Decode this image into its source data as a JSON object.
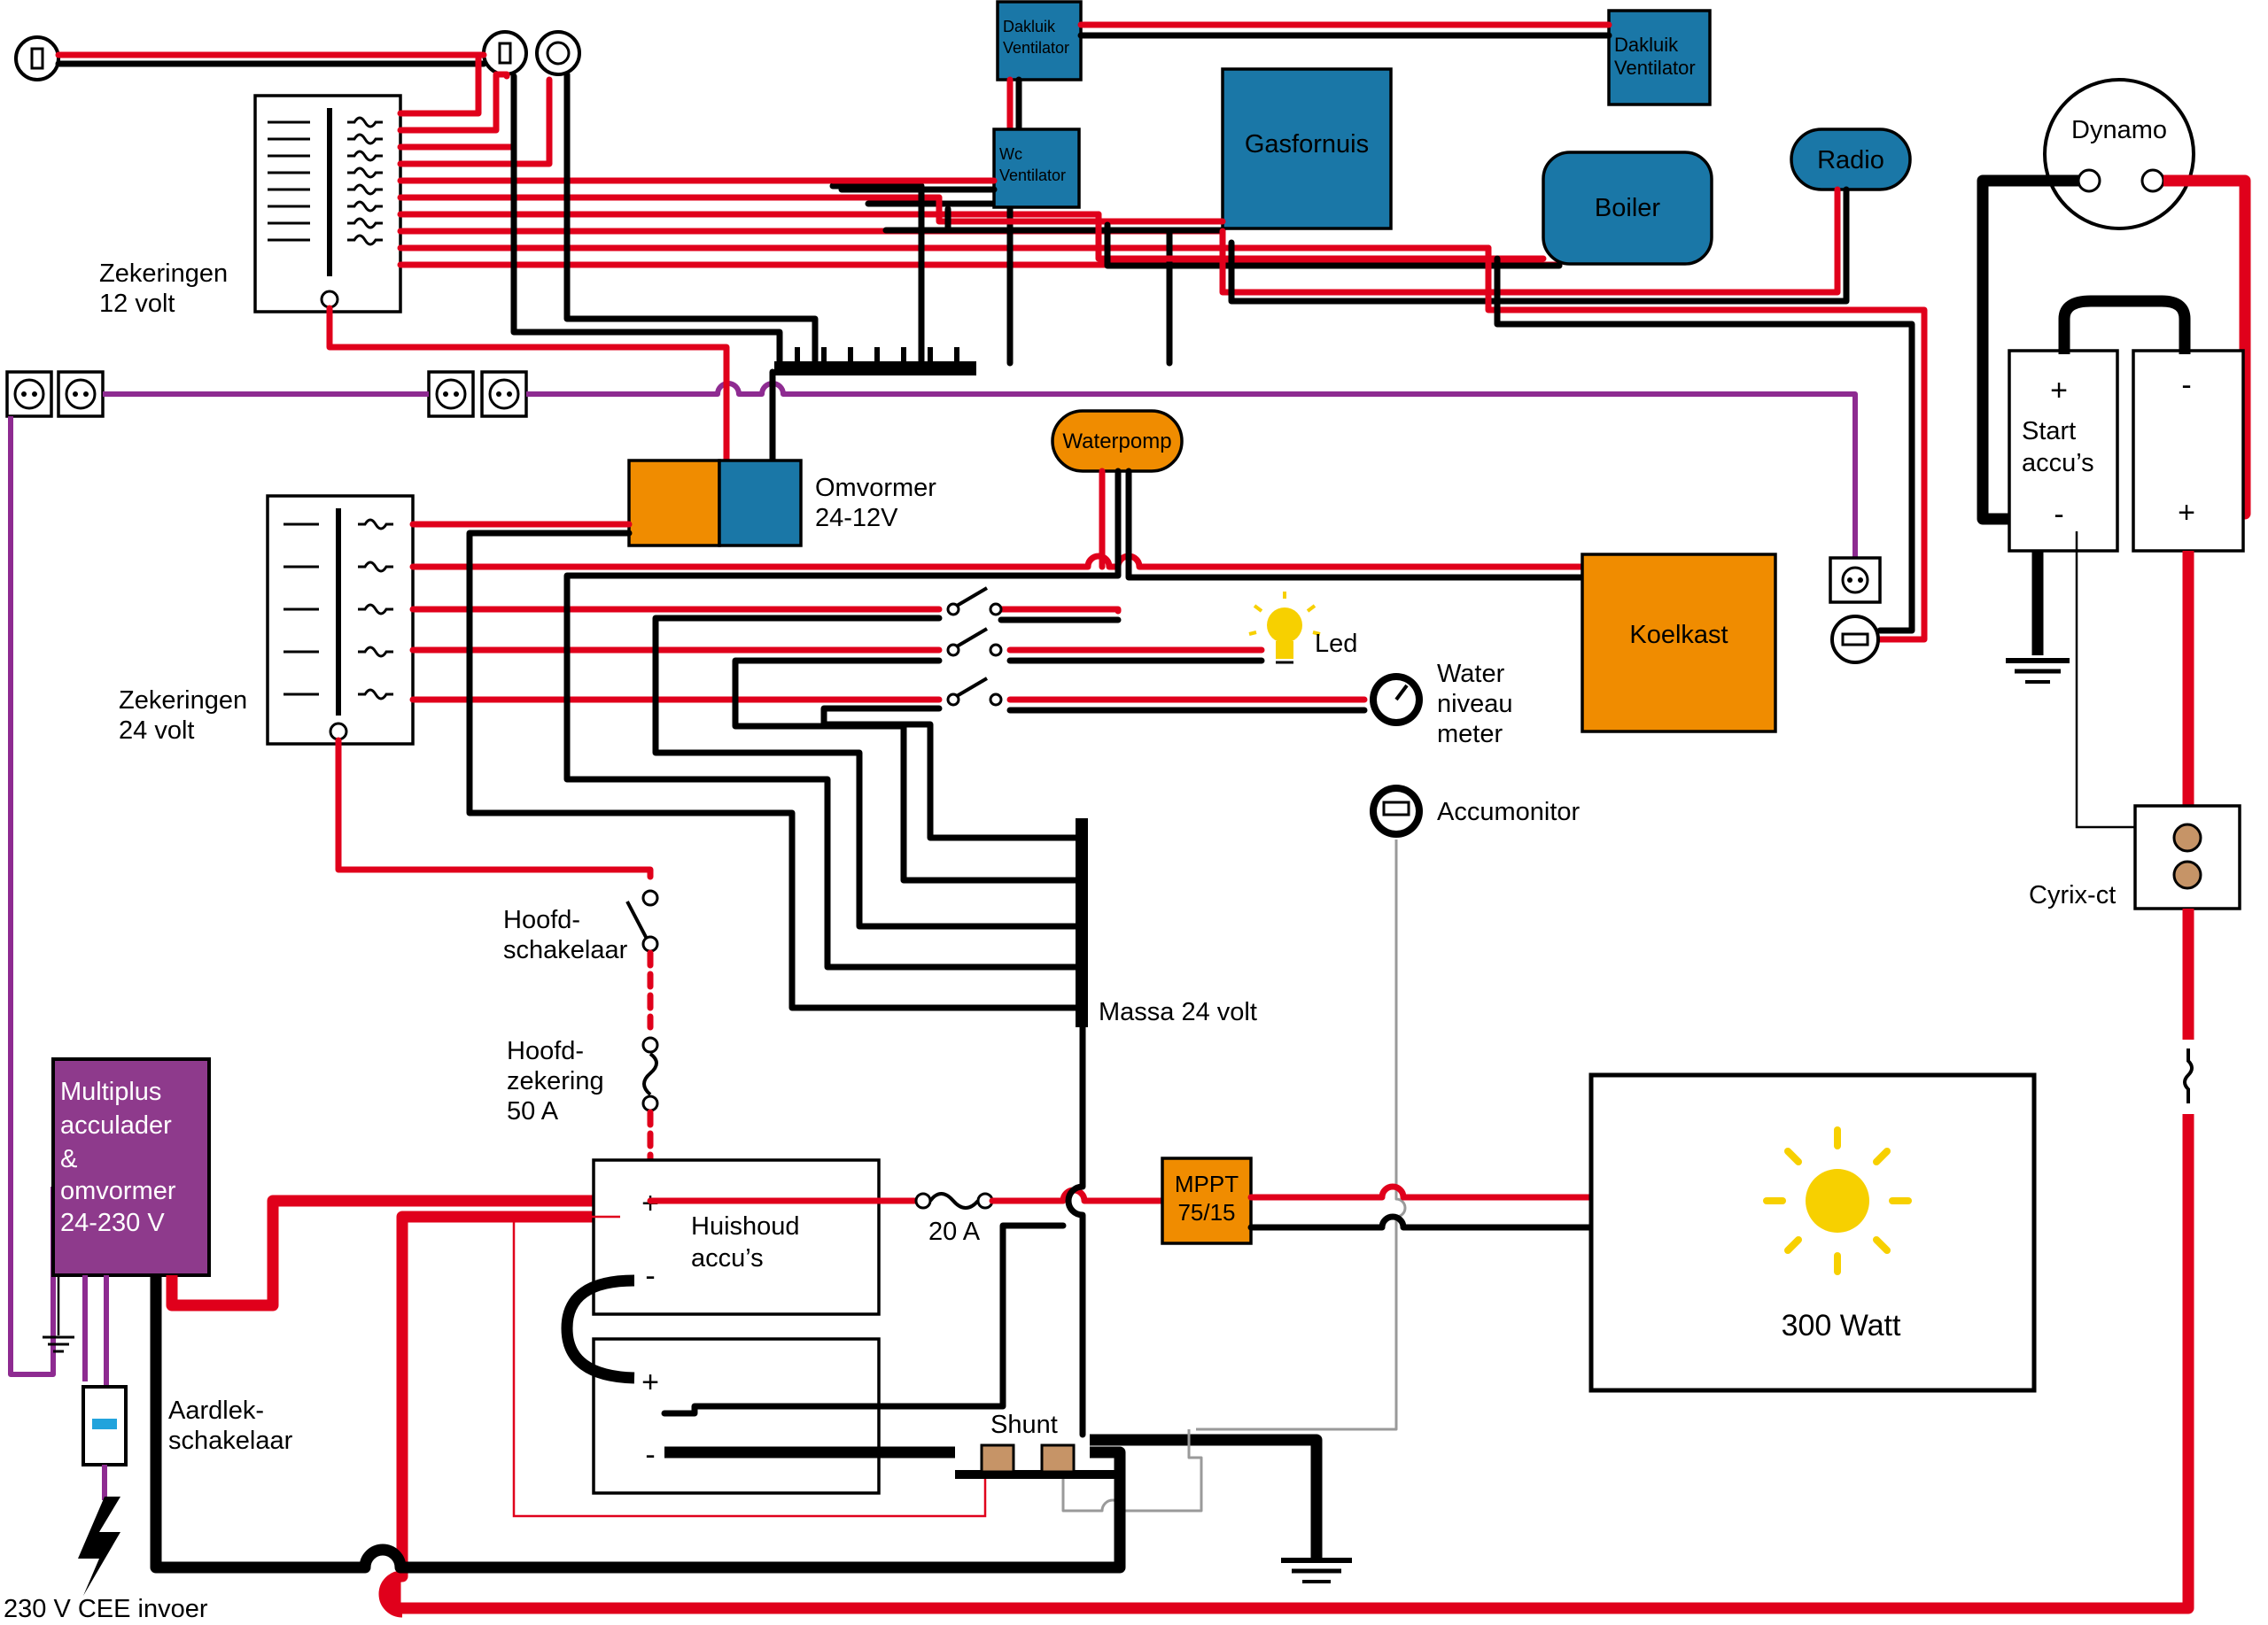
{
  "labels": {
    "fuses12": [
      "Zekeringen",
      "12 volt"
    ],
    "fuses24": [
      "Zekeringen",
      "24 volt"
    ],
    "converter": [
      "Omvormer",
      "24-12V"
    ],
    "dakluik1": [
      "Dakluik",
      "Ventilator"
    ],
    "dakluik2": [
      "Dakluik",
      "Ventilator"
    ],
    "wc": [
      "Wc",
      "Ventilator"
    ],
    "gasfornuis": "Gasfornuis",
    "boiler": "Boiler",
    "radio": "Radio",
    "dynamo": "Dynamo",
    "start_accus": [
      "Start",
      "accu’s"
    ],
    "waterpomp": "Waterpomp",
    "koelkast": "Koelkast",
    "led": "Led",
    "water_meter": [
      "Water",
      "niveau",
      "meter"
    ],
    "accumonitor": "Accumonitor",
    "cyrix": "Cyrix-ct",
    "massa": "Massa 24 volt",
    "hoofdschakelaar": [
      "Hoofd-",
      "schakelaar"
    ],
    "hoofdzekering": [
      "Hoofd-",
      "zekering",
      "50 A"
    ],
    "multiplus": [
      "Multiplus",
      "acculader",
      "&",
      "omvormer",
      "24-230 V"
    ],
    "huishoud": [
      "Huishoud",
      "accu’s"
    ],
    "fuse20": "20 A",
    "mppt": [
      "MPPT",
      "75/15"
    ],
    "solar": "300 Watt",
    "shunt": "Shunt",
    "aardlek": [
      "Aardlek-",
      "schakelaar"
    ],
    "cee": "230 V CEE invoer",
    "plus": "+",
    "minus": "-"
  },
  "colors": {
    "positive": "#e0001b",
    "negative": "#000000",
    "ac": "#8e2b91",
    "signal": "#9a9a9a",
    "device_blue": "#1a77a7",
    "device_orange": "#f08c00",
    "multiplus": "#8e3a8c",
    "sun": "#f7d000",
    "terminal": "#c69467"
  }
}
